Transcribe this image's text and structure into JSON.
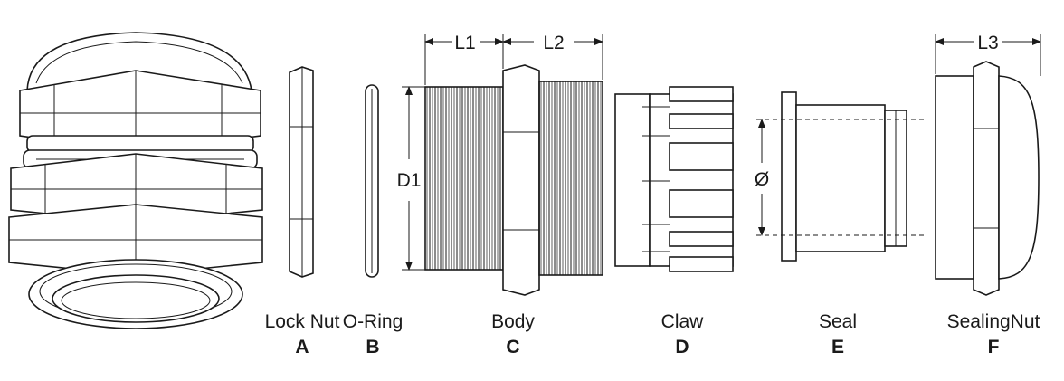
{
  "dimensions": {
    "l1": "L1",
    "l2": "L2",
    "l3": "L3",
    "d1": "D1",
    "diameter": "Ø"
  },
  "parts": [
    {
      "name": "Lock Nut",
      "letter": "A"
    },
    {
      "name": "O-Ring",
      "letter": "B"
    },
    {
      "name": "Body",
      "letter": "C"
    },
    {
      "name": "Claw",
      "letter": "D"
    },
    {
      "name": "Seal",
      "letter": "E"
    },
    {
      "name": "SealingNut",
      "letter": "F"
    }
  ]
}
